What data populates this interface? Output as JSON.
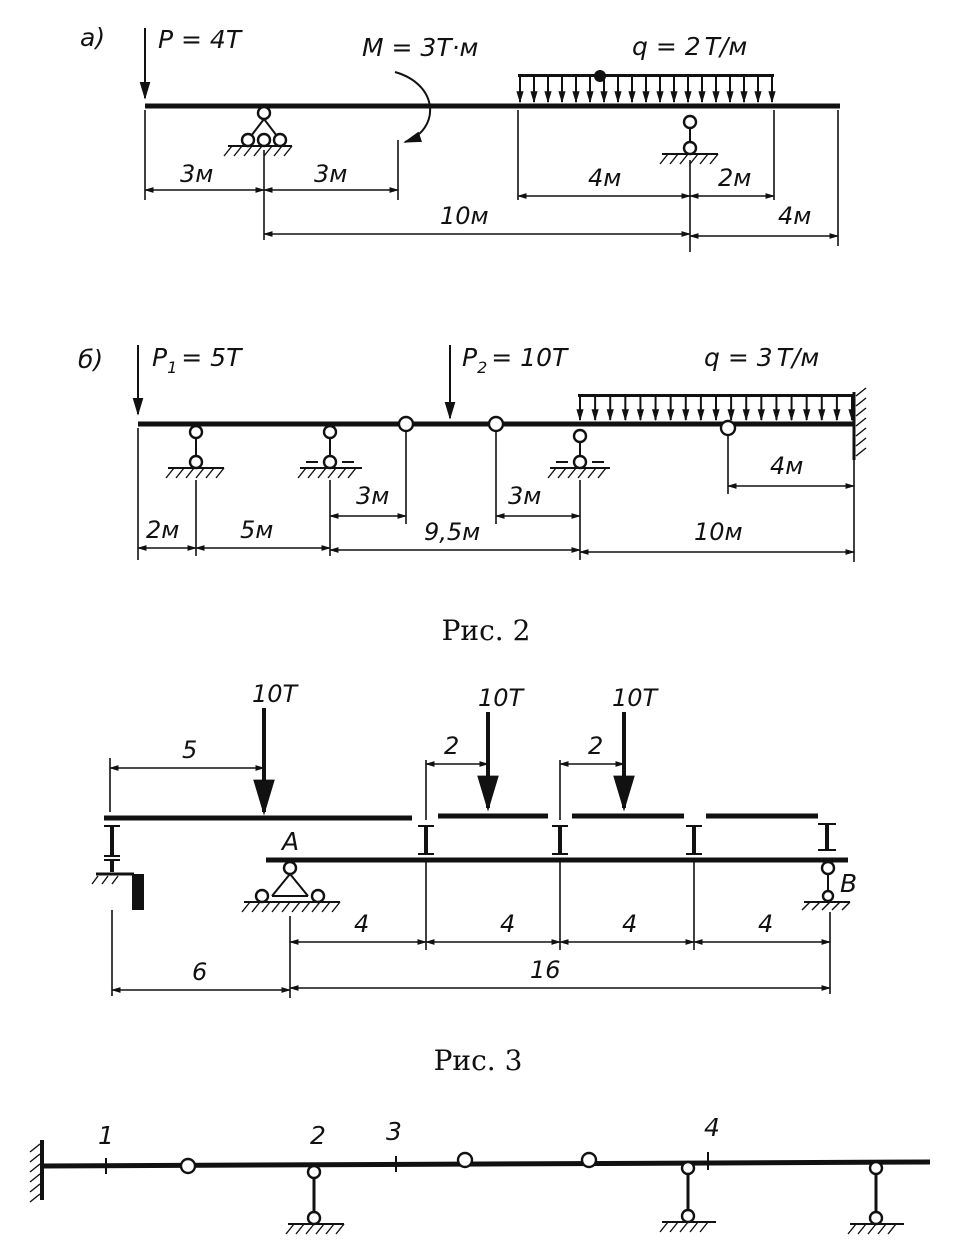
{
  "figure2": {
    "caption": "Рис.  2",
    "a": {
      "tag": "а)",
      "force": "P = 4T",
      "moment": "M = 3T·м",
      "load": "q = 2",
      "load_unit": "T/м",
      "dims": {
        "d1": "3м",
        "d2": "3м",
        "d3": "10м",
        "d4": "4м",
        "d5": "2м",
        "d6": "4м"
      }
    },
    "b": {
      "tag": "б)",
      "force1": "P",
      "force1_sub": "1",
      "force1_val": "= 5T",
      "force2": "P",
      "force2_sub": "2",
      "force2_val": "= 10T",
      "load": "q = 3",
      "load_unit": "T/м",
      "dims": {
        "d1": "2м",
        "d2": "5м",
        "d3": "3м",
        "d4": "9,5м",
        "d5": "3м",
        "d6": "4м",
        "d7": "10м"
      }
    }
  },
  "figure3": {
    "caption": "Рис.  3",
    "loads": [
      "10T",
      "10T",
      "10T"
    ],
    "support_a": "A",
    "support_b": "B",
    "top_dims": [
      "5",
      "2",
      "2"
    ],
    "span_dims": [
      "4",
      "4",
      "4",
      "4"
    ],
    "bottom_dims": [
      "6",
      "16"
    ]
  },
  "figure4": {
    "sections": [
      "1",
      "2",
      "3",
      "4"
    ]
  }
}
